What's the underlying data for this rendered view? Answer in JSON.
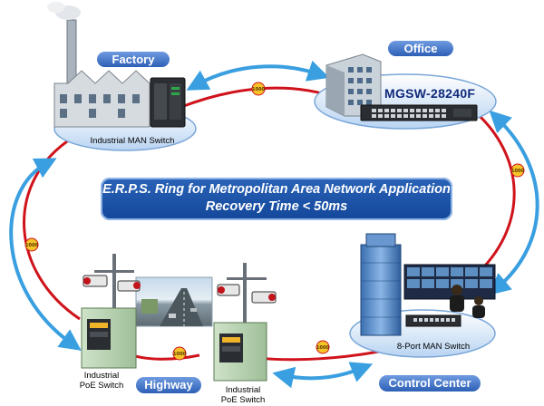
{
  "title": {
    "line1": "E.R.P.S. Ring for Metropolitan Area Network Application",
    "line2": "Recovery Time < 50ms"
  },
  "sites": {
    "factory": {
      "label": "Factory",
      "device": "Industrial MAN Switch"
    },
    "office": {
      "label": "Office",
      "device": "MGSW-28240F"
    },
    "control_center": {
      "label": "Control Center",
      "device": "8-Port MAN Switch"
    },
    "highway": {
      "label": "Highway",
      "device_left": [
        "Industrial",
        "PoE Switch"
      ],
      "device_right": [
        "Industrial",
        "PoE Switch"
      ]
    }
  },
  "ring_link_label": "1000",
  "colors": {
    "ring": "#d0121b",
    "arrow": "#3a9fe0",
    "pill": "#3d6fc4",
    "title_bg": "#1a4ea5"
  }
}
